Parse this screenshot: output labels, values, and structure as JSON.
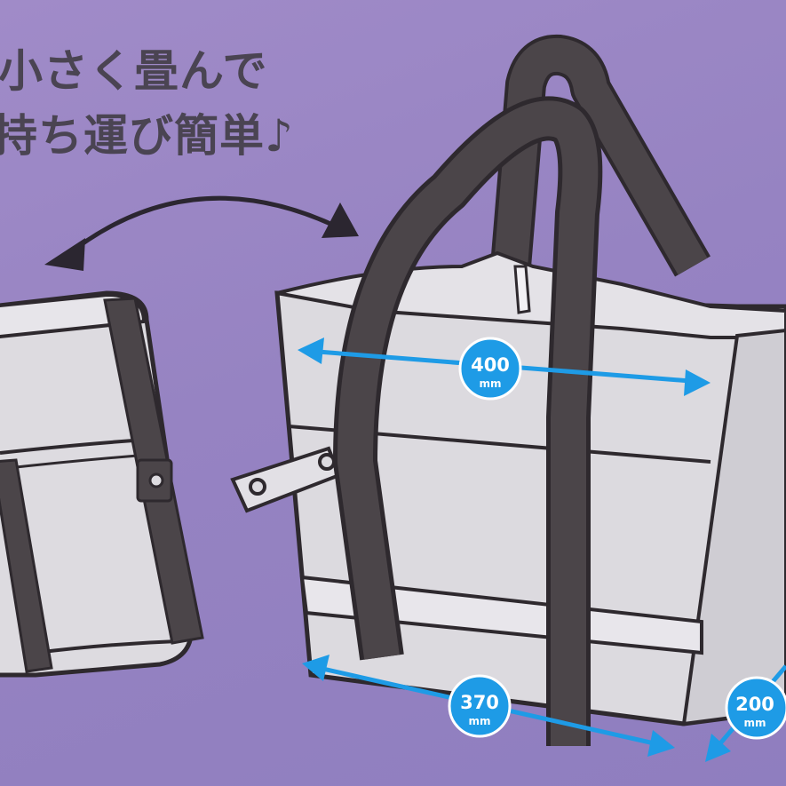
{
  "headline": {
    "line1": "小さく畳んで",
    "line2": "持ち運び簡単♪"
  },
  "dimensions": {
    "width": {
      "value": "400",
      "unit": "mm"
    },
    "length": {
      "value": "370",
      "unit": "mm"
    },
    "depth": {
      "value": "200",
      "unit": "mm"
    }
  },
  "colors": {
    "background": "#9a86c4",
    "bag_body": "#dcdadf",
    "strap": "#4b4549",
    "dimension_accent": "#1e9be6",
    "text": "#4a4452"
  }
}
